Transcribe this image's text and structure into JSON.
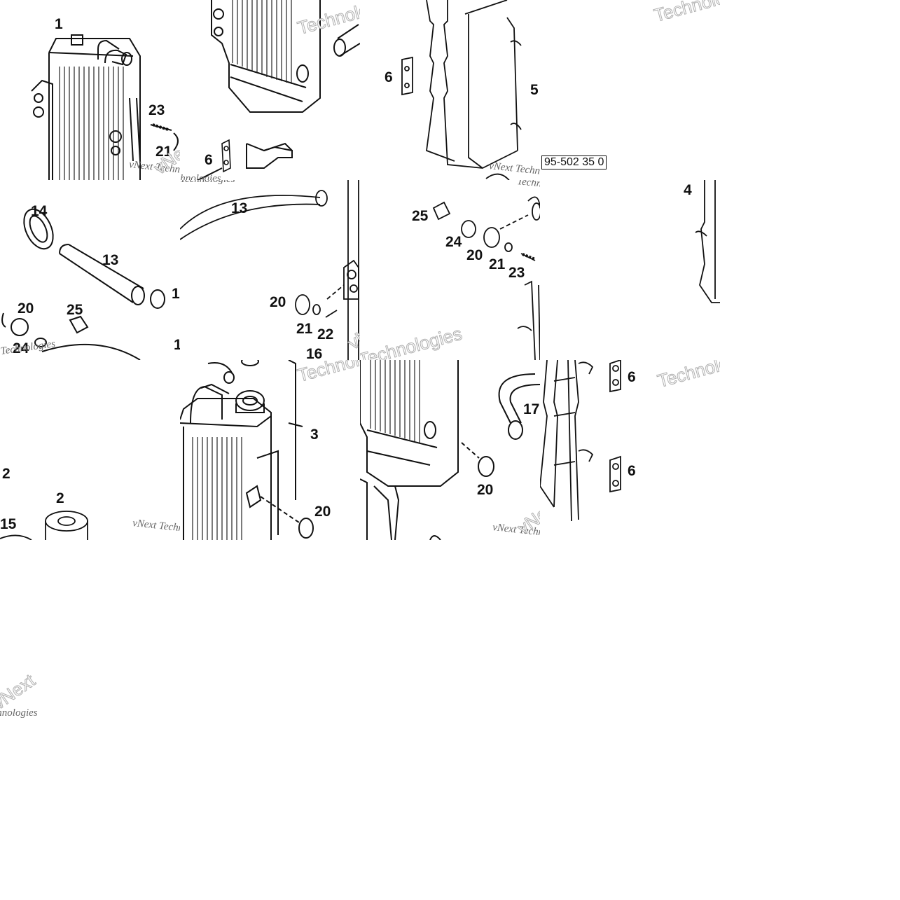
{
  "diagram": {
    "watermark_brand": "vNext",
    "watermark_word": "Technologies",
    "watermark_line": "vNext Technologies",
    "reference_code": "95-502 35 0",
    "tiles": [
      {
        "id": "t00",
        "labels": [
          "1",
          "23",
          "21"
        ]
      },
      {
        "id": "t01",
        "labels": [
          "6"
        ]
      },
      {
        "id": "t02",
        "labels": [
          "6",
          "5"
        ]
      },
      {
        "id": "t03",
        "labels": []
      },
      {
        "id": "t10",
        "labels": [
          "14",
          "13",
          "1",
          "20",
          "25",
          "24",
          "1"
        ]
      },
      {
        "id": "t11",
        "labels": [
          "13",
          "20",
          "21",
          "22",
          "16"
        ]
      },
      {
        "id": "t12",
        "labels": [
          "25",
          "24",
          "20",
          "21",
          "23"
        ]
      },
      {
        "id": "t13",
        "labels": [
          "4"
        ]
      },
      {
        "id": "t20",
        "labels": [
          "2",
          "2",
          "15"
        ]
      },
      {
        "id": "t21",
        "labels": [
          "3",
          "20"
        ]
      },
      {
        "id": "t22",
        "labels": [
          "17",
          "20"
        ]
      },
      {
        "id": "t23",
        "labels": [
          "6",
          "6"
        ]
      },
      {
        "id": "t30",
        "labels": []
      }
    ]
  }
}
